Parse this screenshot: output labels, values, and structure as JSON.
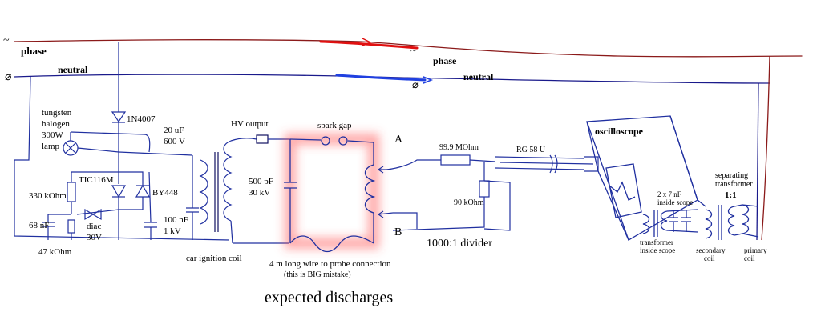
{
  "labels": {
    "phase_left": "phase",
    "neutral_left": "neutral",
    "phase_right": "phase",
    "neutral_right": "neutral",
    "lamp_1": "tungsten",
    "lamp_2": "halogen",
    "lamp_3": "300W",
    "lamp_4": "lamp",
    "diode": "1N4007",
    "thyristor": "TIC116M",
    "by448": "BY448",
    "r330k": "330 kOhm",
    "c68nf": "68 nF",
    "diac_1": "diac",
    "diac_2": "30V",
    "r47k": "47 kOhm",
    "c20uf_1": "20 uF",
    "c20uf_2": "600 V",
    "c100nf_1": "100 nF",
    "c100nf_2": "1 kV",
    "ignition_coil": "car ignition coil",
    "hv_output": "HV output",
    "spark_gap": "spark gap",
    "c500pf_1": "500 pF",
    "c500pf_2": "30 kV",
    "point_a": "A",
    "point_b": "B",
    "wire_note_1": "4 m long wire to probe connection",
    "wire_note_2": "(this is BIG mistake)",
    "r99m": "99.9 MOhm",
    "r90k_1": "90 kOhm",
    "r90k_2": "",
    "divider": "1000:1 divider",
    "coax": "RG 58 U",
    "oscilloscope": "oscilloscope",
    "c7nf_1": "2 x 7 nF",
    "c7nf_2": "inside scope",
    "scope_transformer_1": "transformer",
    "scope_transformer_2": "inside scope",
    "sep_transformer_1": "separating",
    "sep_transformer_2": "transformer",
    "ratio": "1:1",
    "secondary_1": "secondary",
    "secondary_2": "coil",
    "primary_1": "primary",
    "primary_2": "coil",
    "caption": "expected discharges"
  },
  "colors": {
    "phase_wire": "#8b1a1a",
    "neutral_wire": "#1a1a8b",
    "circuit_ink": "#2030a0",
    "highlight": "#ff5050",
    "point_labels": "#118a11"
  }
}
